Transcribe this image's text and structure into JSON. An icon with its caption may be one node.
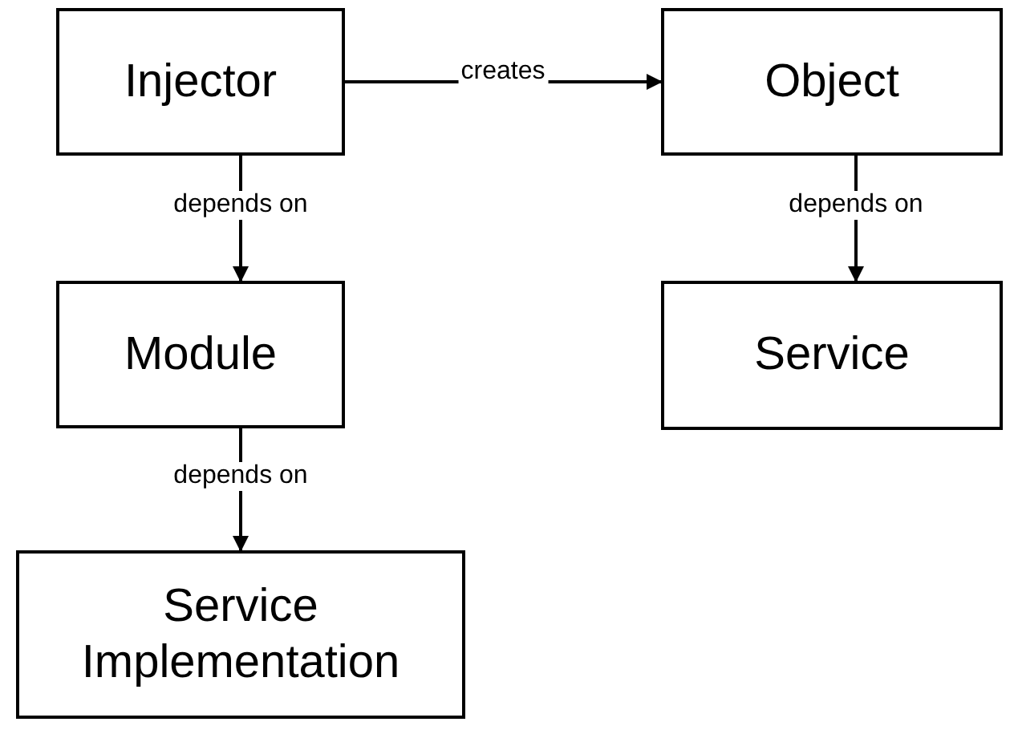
{
  "diagram": {
    "nodes": [
      {
        "text": [
          "Injector"
        ]
      },
      {
        "text": [
          "Object"
        ]
      },
      {
        "text": [
          "Module"
        ]
      },
      {
        "text": [
          "Service"
        ]
      },
      {
        "text": [
          "Service Implementation"
        ]
      }
    ],
    "edges": [
      {
        "from": 0,
        "to": 1,
        "arrow": "to",
        "label": "creates"
      },
      {
        "from": 0,
        "to": 2,
        "arrow": "to",
        "label": "depends on"
      },
      {
        "from": 1,
        "to": 3,
        "arrow": "to",
        "label": "depends on"
      },
      {
        "from": 2,
        "to": 4,
        "arrow": "to",
        "label": "depends on"
      }
    ]
  }
}
